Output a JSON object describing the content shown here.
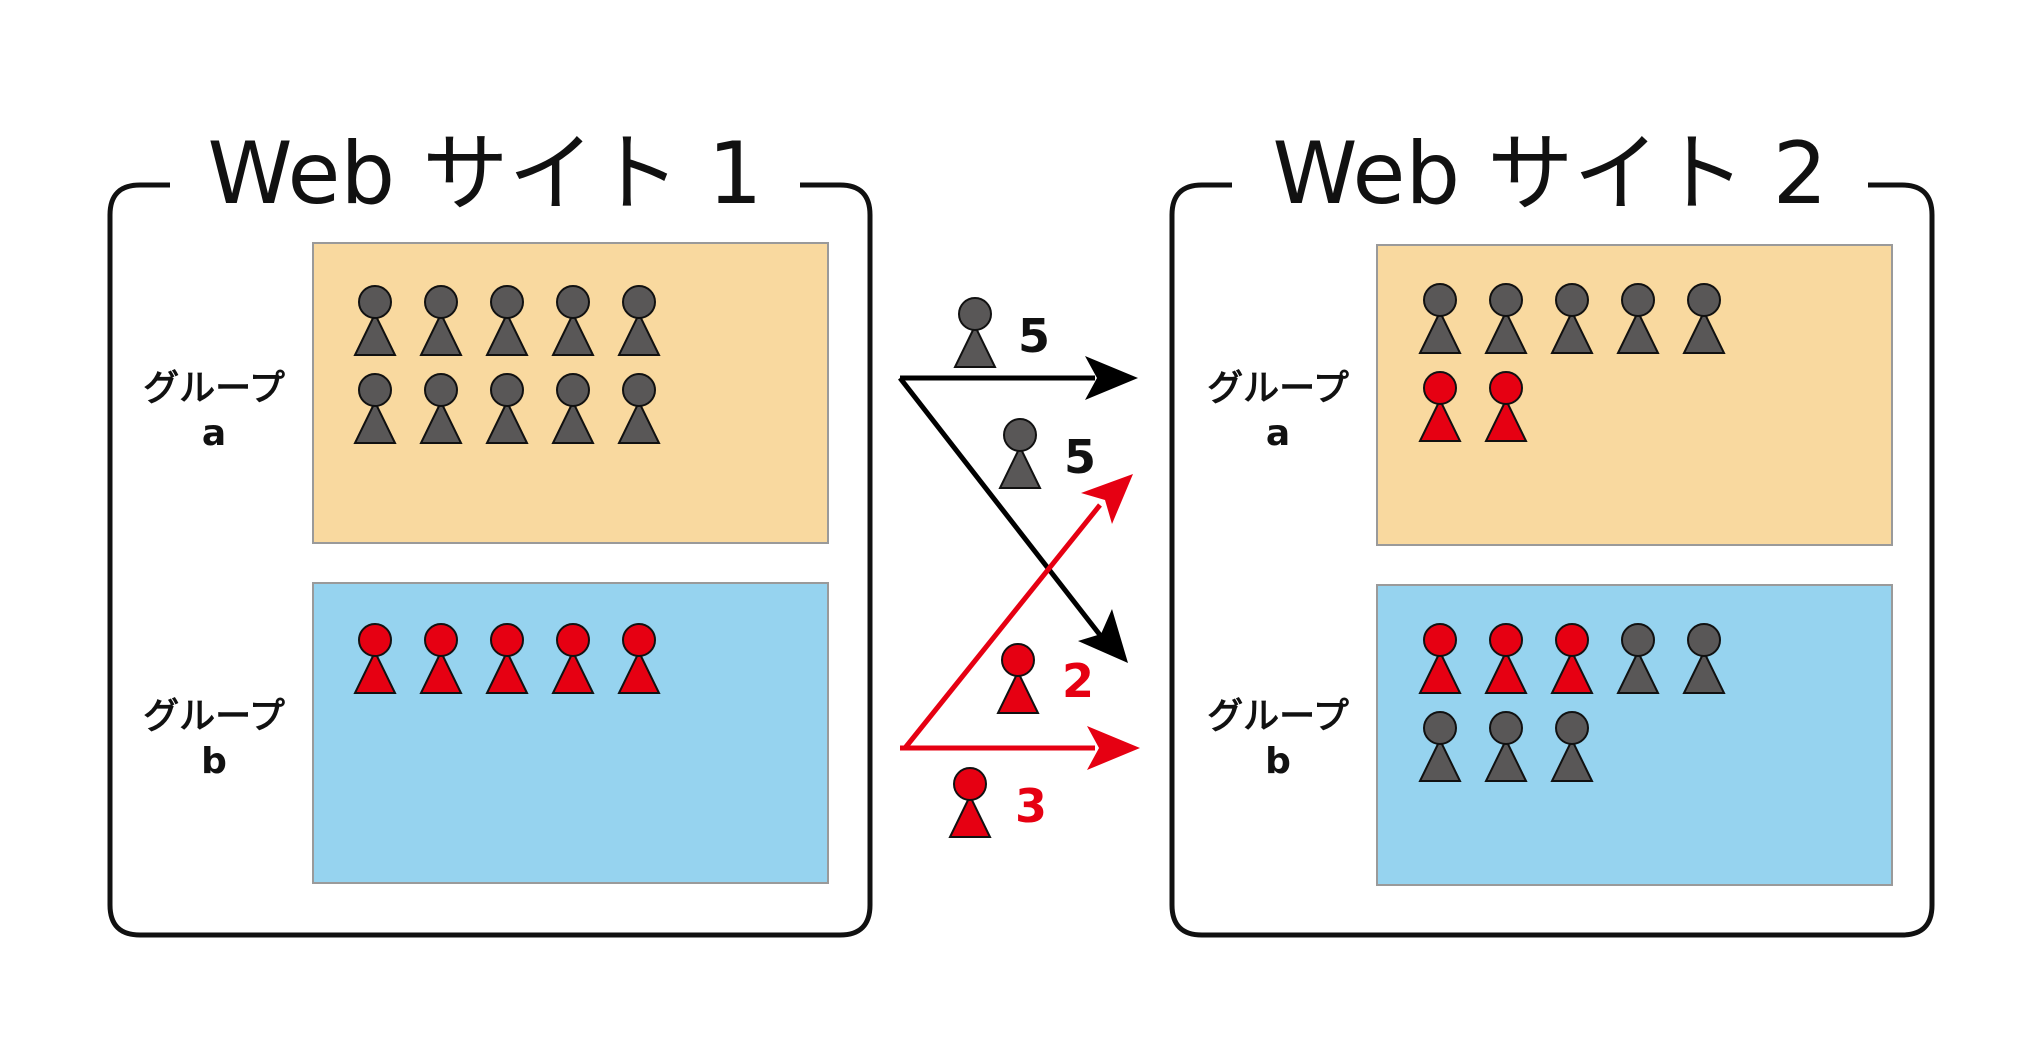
{
  "site1": {
    "title": "Web サイト 1",
    "groups": [
      {
        "label": "グループ",
        "sub": "a",
        "people": [
          "gray",
          "gray",
          "gray",
          "gray",
          "gray",
          "gray",
          "gray",
          "gray",
          "gray",
          "gray"
        ]
      },
      {
        "label": "グループ",
        "sub": "b",
        "people": [
          "red",
          "red",
          "red",
          "red",
          "red"
        ]
      }
    ]
  },
  "site2": {
    "title": "Web サイト 2",
    "groups": [
      {
        "label": "グループ",
        "sub": "a",
        "people": [
          "gray",
          "gray",
          "gray",
          "gray",
          "gray",
          "red",
          "red"
        ]
      },
      {
        "label": "グループ",
        "sub": "b",
        "people": [
          "red",
          "red",
          "red",
          "gray",
          "gray",
          "gray",
          "gray",
          "gray"
        ]
      }
    ]
  },
  "flows": [
    {
      "from": "site1-group-a",
      "to": "site2-group-a",
      "count": "5",
      "color": "gray"
    },
    {
      "from": "site1-group-a",
      "to": "site2-group-b",
      "count": "5",
      "color": "gray"
    },
    {
      "from": "site1-group-b",
      "to": "site2-group-a",
      "count": "2",
      "color": "red"
    },
    {
      "from": "site1-group-b",
      "to": "site2-group-b",
      "count": "3",
      "color": "red"
    }
  ],
  "colors": {
    "group_a_fill": "#f9d99f",
    "group_b_fill": "#96d3ef",
    "person_gray": "#595757",
    "person_red": "#e60012",
    "arrow_black": "#000000",
    "arrow_red": "#e60012",
    "count_red": "#e60012"
  }
}
